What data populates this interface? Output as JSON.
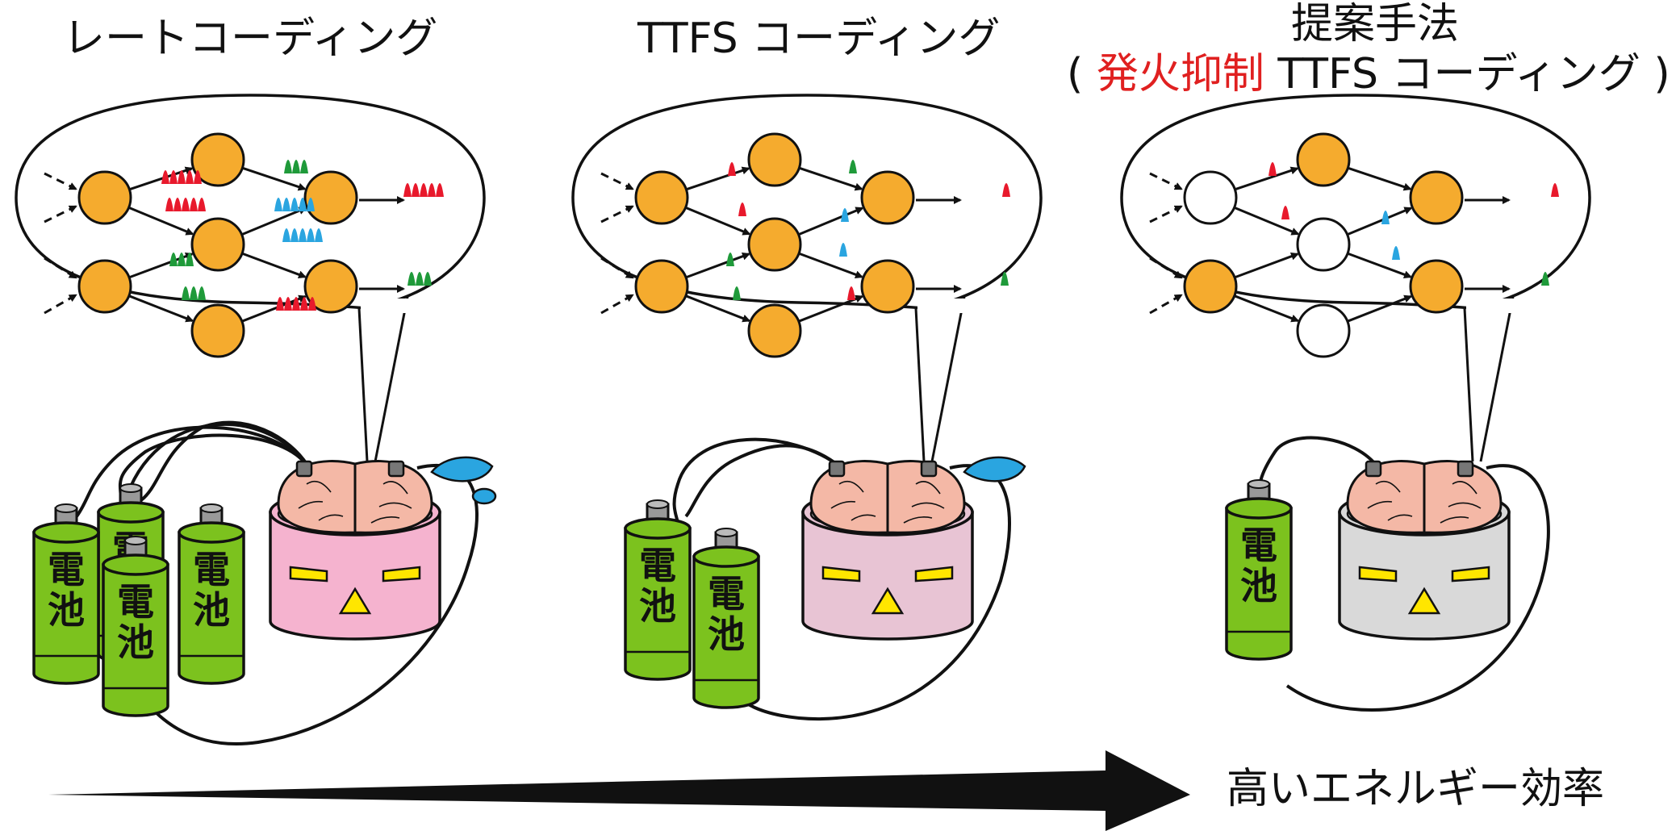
{
  "panels": [
    {
      "title": "レートコーディング",
      "battery_label": "電池",
      "battery_count": 4,
      "sweat": true,
      "robot_color": "#f5b3cf"
    },
    {
      "title": "TTFS コーディング",
      "battery_label": "電池",
      "battery_count": 2,
      "sweat": true,
      "robot_color": "#e8c4d4"
    },
    {
      "title_line1": "提案手法",
      "title_open": "(",
      "title_red": "発火抑制",
      "title_rest": " TTFS コーディング",
      "title_close": ")",
      "battery_label": "電池",
      "battery_count": 1,
      "sweat": false,
      "robot_color": "#d9d9d9"
    }
  ],
  "arrow_label": "高いエネルギー効率",
  "colors": {
    "neuron_active": "#f5ab2e",
    "neuron_inactive": "#ffffff",
    "spike_red": "#e8192c",
    "spike_green": "#1f9a3a",
    "spike_blue": "#2aa5e0",
    "battery_green": "#7cc21e",
    "brain_pink": "#f4b8a6",
    "eye_yellow": "#ffe600",
    "sweat_blue": "#2aa5e0"
  }
}
